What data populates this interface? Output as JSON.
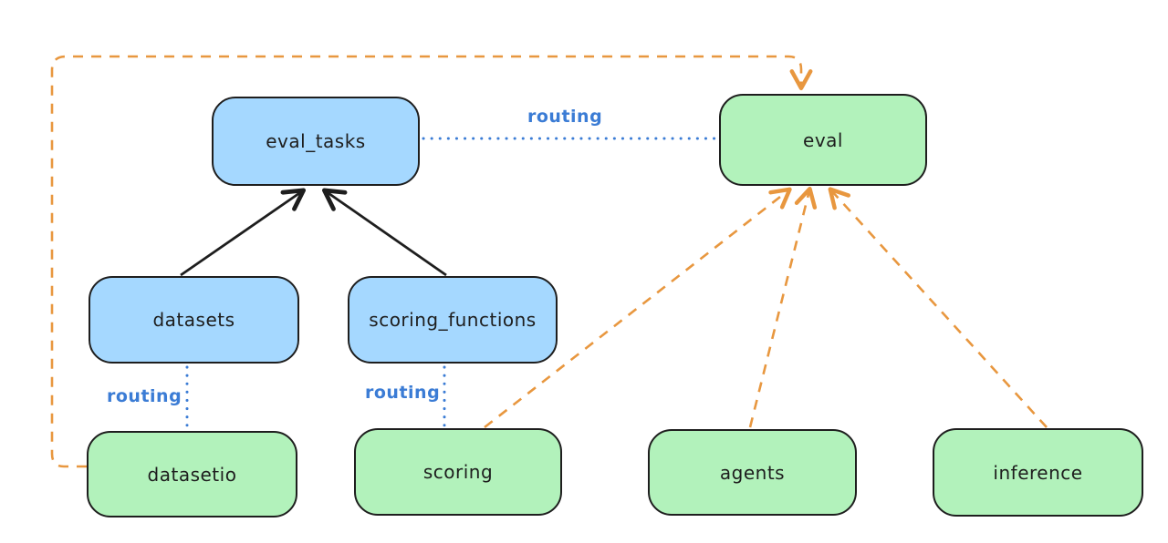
{
  "diagram": {
    "title": "",
    "nodes": [
      {
        "id": "eval_tasks",
        "label": "eval_tasks",
        "kind": "registry-blue"
      },
      {
        "id": "eval",
        "label": "eval",
        "kind": "api-green"
      },
      {
        "id": "datasets",
        "label": "datasets",
        "kind": "registry-blue"
      },
      {
        "id": "scoring_functions",
        "label": "scoring_functions",
        "kind": "registry-blue"
      },
      {
        "id": "datasetio",
        "label": "datasetio",
        "kind": "api-green"
      },
      {
        "id": "scoring",
        "label": "scoring",
        "kind": "api-green"
      },
      {
        "id": "agents",
        "label": "agents",
        "kind": "api-green"
      },
      {
        "id": "inference",
        "label": "inference",
        "kind": "api-green"
      }
    ],
    "edges": [
      {
        "from": "datasets",
        "to": "eval_tasks",
        "style": "solid-black-arrow",
        "label": ""
      },
      {
        "from": "scoring_functions",
        "to": "eval_tasks",
        "style": "solid-black-arrow",
        "label": ""
      },
      {
        "from": "eval_tasks",
        "to": "eval",
        "style": "dotted-blue",
        "label": "routing"
      },
      {
        "from": "datasets",
        "to": "datasetio",
        "style": "dotted-blue",
        "label": "routing"
      },
      {
        "from": "scoring_functions",
        "to": "scoring",
        "style": "dotted-blue",
        "label": "routing"
      },
      {
        "from": "datasetio",
        "to": "eval",
        "style": "dashed-orange-arrow",
        "label": ""
      },
      {
        "from": "scoring",
        "to": "eval",
        "style": "dashed-orange-arrow",
        "label": ""
      },
      {
        "from": "agents",
        "to": "eval",
        "style": "dashed-orange-arrow",
        "label": ""
      },
      {
        "from": "inference",
        "to": "eval",
        "style": "dashed-orange-arrow",
        "label": ""
      }
    ],
    "edge_labels": {
      "routing_top": "routing",
      "routing_left": "routing",
      "routing_mid": "routing"
    },
    "colors": {
      "node_blue_fill": "#a5d8ff",
      "node_green_fill": "#b2f2bb",
      "node_stroke": "#1e1e1e",
      "routing_blue": "#3b7cd5",
      "arrow_black": "#1e1e1e",
      "arrow_orange": "#e8973f",
      "background": "#ffffff"
    }
  }
}
